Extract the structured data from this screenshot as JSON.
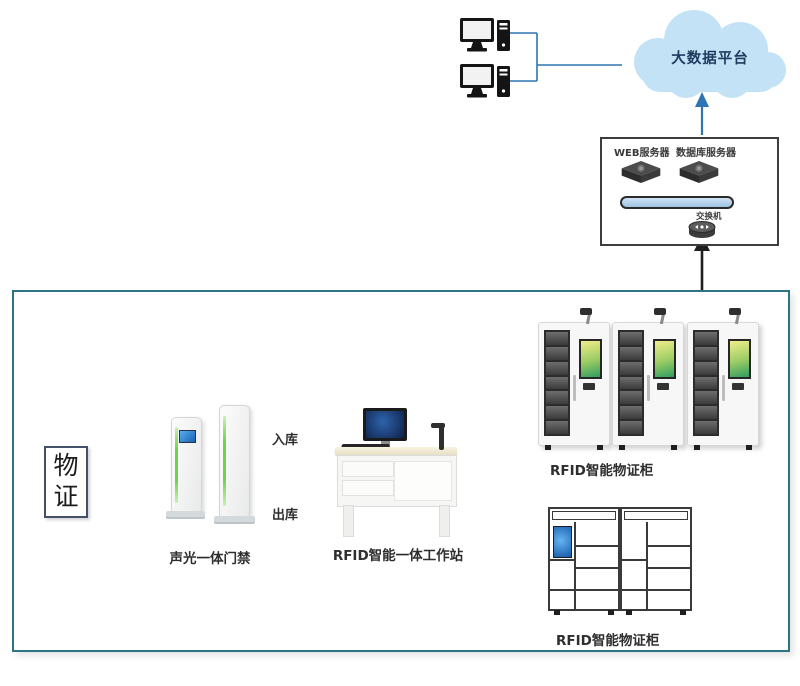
{
  "cloud": {
    "label": "大数据平台",
    "icon": "cloud-icon"
  },
  "clients": {
    "icon": "desktop-computer-icon",
    "count": 2
  },
  "server_box": {
    "web_server_label": "WEB服务器",
    "db_server_label": "数据库服务器",
    "switch_label": "交换机",
    "web_server_icon": "server-icon",
    "db_server_icon": "server-icon",
    "switch_icon": "network-switch-icon",
    "bus_icon": "network-bus-bar"
  },
  "evidence": {
    "label": "物证"
  },
  "gate": {
    "label": "声光一体门禁",
    "icon": "security-gate-graphic"
  },
  "flow": {
    "inbound_label": "入库",
    "outbound_label": "出库"
  },
  "workstation": {
    "label": "RFID智能一体工作站",
    "icon": "workstation-desk-graphic"
  },
  "cabinets_upper": {
    "label": "RFID智能物证柜",
    "count": 3,
    "icon": "evidence-cabinet-graphic"
  },
  "cabinets_lower": {
    "label": "RFID智能物证柜",
    "count": 2,
    "icon": "locker-cabinet-graphic"
  },
  "colors": {
    "connector_blue": "#2e75b6",
    "connector_dark": "#1f1f1f",
    "cloud_fill": "#c3e2f6",
    "boundary_border": "#2e7482",
    "server_box_border": "#3d3d3d",
    "bus_bar_fill": "#b5d0ea",
    "gate_led_green": "#6fd24a",
    "screen_blue": "#2a7fd4",
    "cabinet_screen_green": "#7fc25e"
  }
}
